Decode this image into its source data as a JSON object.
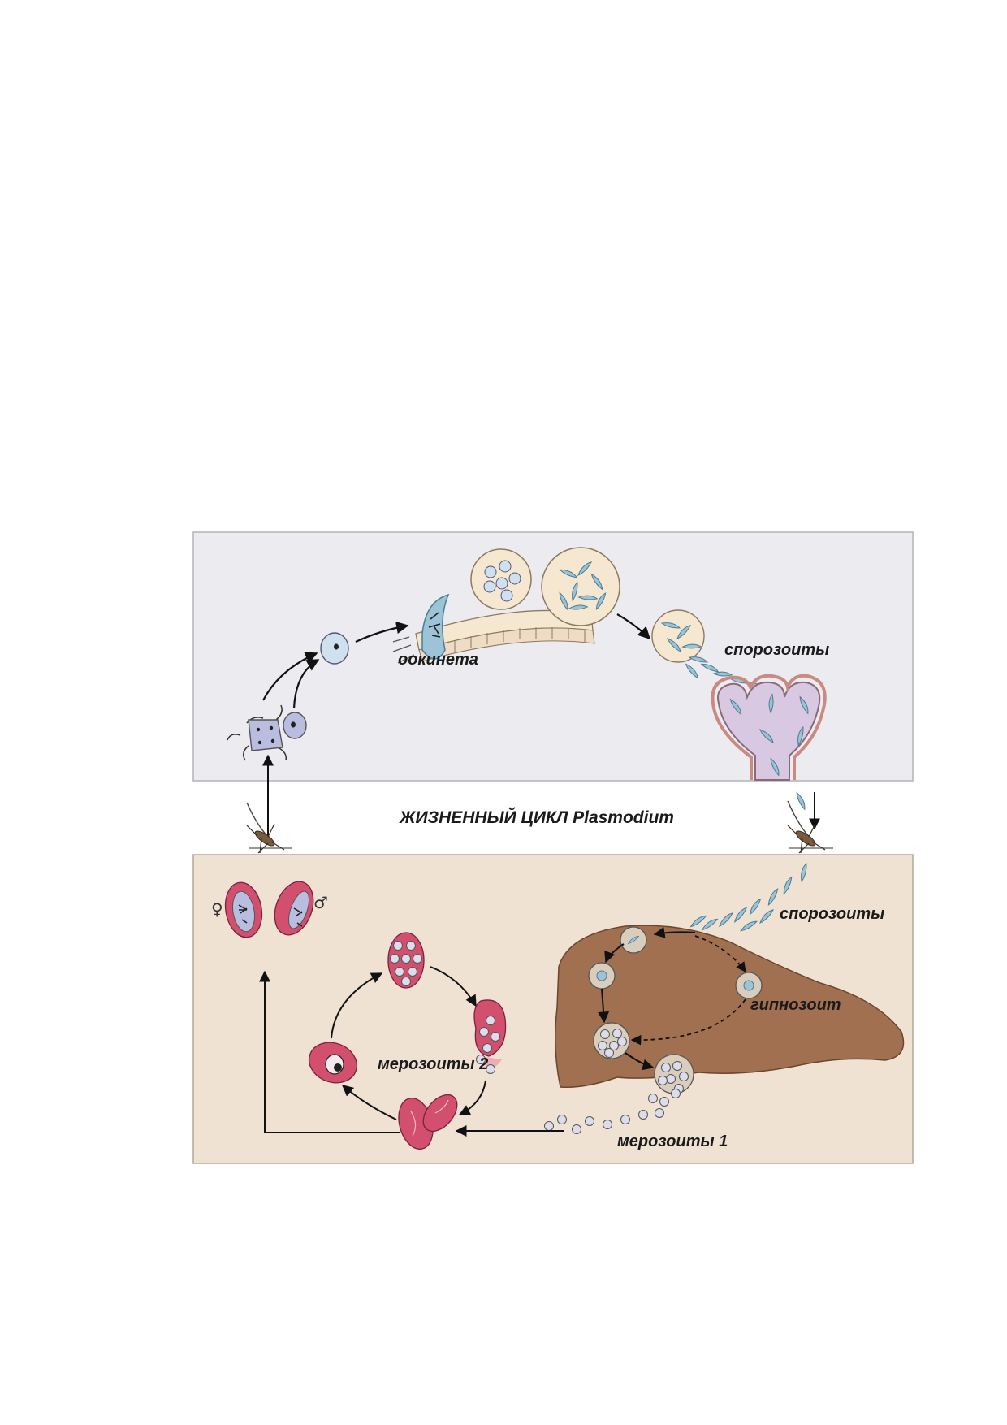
{
  "title": "ЖИЗНЕННЫЙ ЦИКЛ Plasmodium",
  "labels": {
    "ookineta": "оокинета",
    "sporozoites_mosquito": "спорозоиты",
    "sporozoites_host": "спорозоиты",
    "hypnozoite": "гипнозоит",
    "merozoites1": "мерозоиты 1",
    "merozoites2": "мерозоиты 2",
    "female_symbol": "♀",
    "male_symbol": "♂"
  },
  "colors": {
    "mosquito_panel": "#ececf0",
    "host_panel": "#f0e2d2",
    "liver": "#a17050",
    "erythrocyte": "#d2506e",
    "gamete": "#b9bde0",
    "sporozoite": "#9cc3d6",
    "cyst": "#f6e8d0",
    "salivary_gland": "#d8c8e2"
  }
}
